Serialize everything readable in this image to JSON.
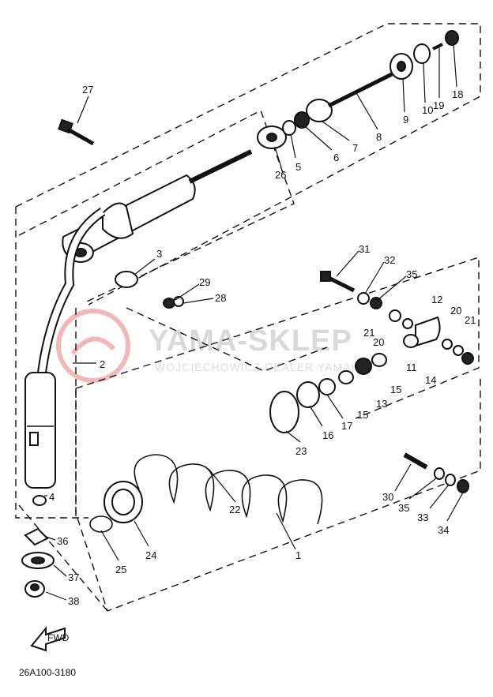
{
  "diagram_code": "26A100-3180",
  "watermark": {
    "main": "YAMA-SKLEP",
    "sub": "WOJCIECHOWICZ DEALER YAMAHA"
  },
  "direction_tag": "FWD",
  "part_labels": [
    "27",
    "26",
    "5",
    "6",
    "7",
    "8",
    "9",
    "10",
    "19",
    "18",
    "3",
    "29",
    "28",
    "2",
    "4",
    "31",
    "32",
    "35",
    "21",
    "20",
    "12",
    "20",
    "21",
    "11",
    "14",
    "15",
    "13",
    "15",
    "17",
    "16",
    "23",
    "22",
    "24",
    "25",
    "1",
    "30",
    "35",
    "33",
    "34",
    "36",
    "37",
    "38"
  ]
}
